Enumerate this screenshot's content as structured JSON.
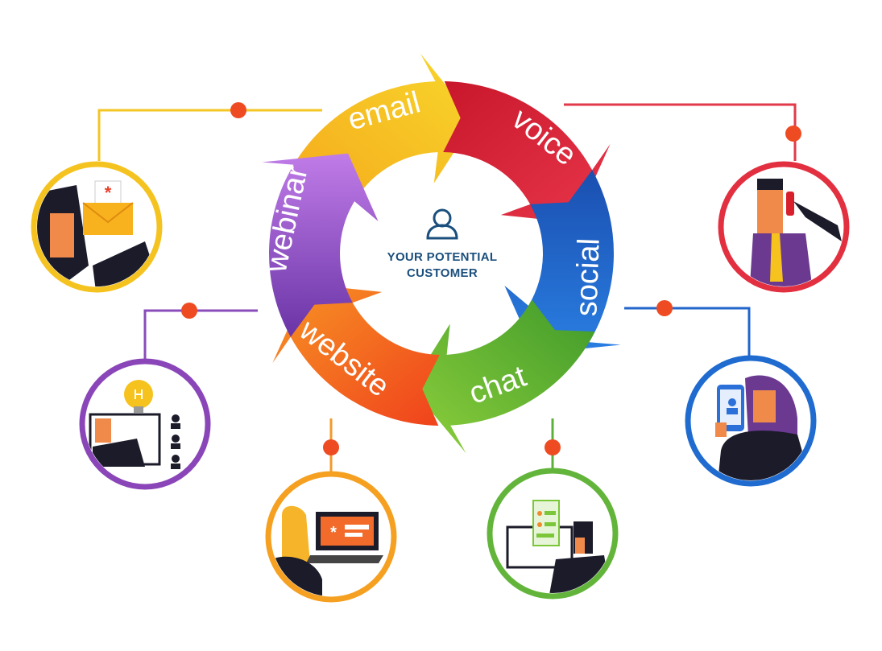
{
  "center": {
    "icon": "person-outline-icon",
    "line1": "YOUR POTENTIAL",
    "line2": "CUSTOMER"
  },
  "channels": [
    {
      "id": "email",
      "label": "email",
      "color": "#f6b51e",
      "color2": "#f9d62a",
      "icon": "envelope-icon"
    },
    {
      "id": "voice",
      "label": "voice",
      "color": "#d81e2c",
      "color2": "#e84050",
      "icon": "phone-call-icon"
    },
    {
      "id": "social",
      "label": "social",
      "color": "#1e5fc4",
      "color2": "#2a82e0",
      "icon": "smartphone-social-icon"
    },
    {
      "id": "chat",
      "label": "chat",
      "color": "#4aa52d",
      "color2": "#7cc63a",
      "icon": "chat-window-icon"
    },
    {
      "id": "website",
      "label": "website",
      "color": "#f25a1e",
      "color2": "#f78a22",
      "icon": "laptop-website-icon"
    },
    {
      "id": "webinar",
      "label": "webinar",
      "color": "#7b3fb3",
      "color2": "#b36be0",
      "icon": "webinar-presentation-icon"
    }
  ]
}
